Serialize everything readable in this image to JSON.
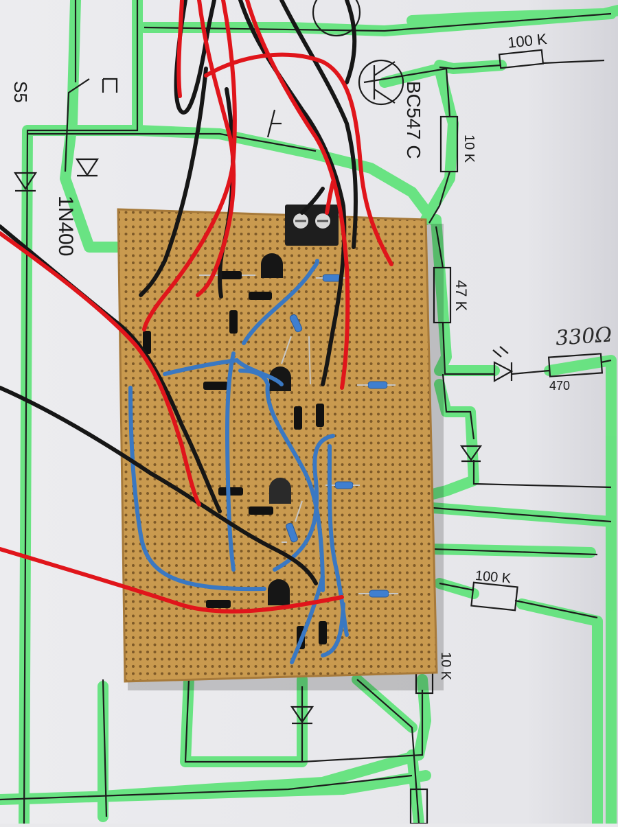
{
  "labels": {
    "switch": "S5",
    "transistor": "BC547 C",
    "diode": "1N400",
    "r_top": "100 K",
    "r_10k_top": "10 K",
    "r_47k": "47 K",
    "r_handwritten": "330Ω",
    "r_470": "470",
    "r_bottom": "100 K",
    "r_10k_bottom": "10 K"
  },
  "colors": {
    "paper": "#e9e9ec",
    "trace": "#5fe37a",
    "ink": "#1c1c1c",
    "board": "#c99a4f",
    "hole": "#6b4a1f",
    "wire_red": "#e0151b",
    "wire_black": "#161616",
    "wire_blue": "#3a78c2"
  }
}
